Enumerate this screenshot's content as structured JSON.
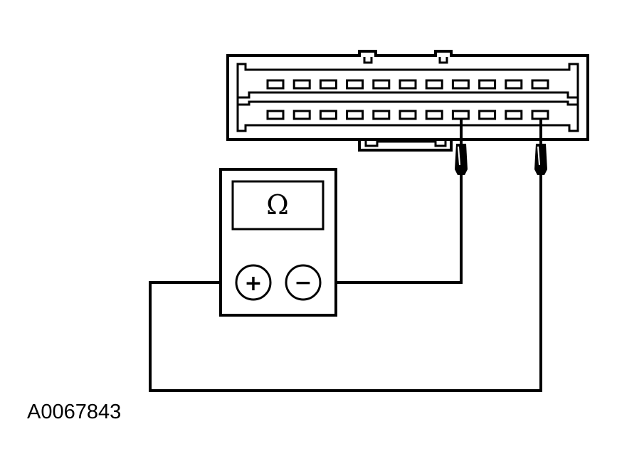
{
  "meter": {
    "display_symbol": "Ω",
    "positive_sign": "+",
    "negative_sign": "−"
  },
  "connector": {
    "rows": 2,
    "pins_per_row": 11
  },
  "figure_id": "A0067843"
}
